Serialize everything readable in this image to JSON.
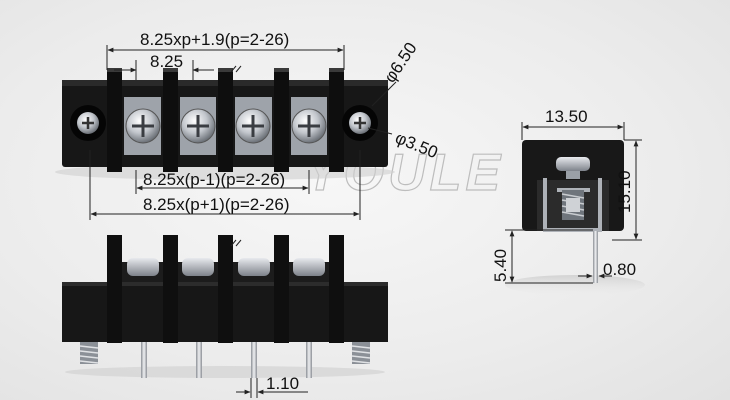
{
  "diagram": {
    "watermark": "YOULE",
    "top_view": {
      "dim_total_width": "8.25xp+1.9(p=2-26)",
      "dim_pitch": "8.25",
      "dim_hole_large": "φ6.50",
      "dim_hole_small": "φ3.50",
      "dim_p_minus_1": "8.25x(p-1)(p=2-26)",
      "dim_p_plus_1": "8.25x(p+1)(p=2-26)"
    },
    "side_view": {
      "dim_width": "13.50",
      "dim_height": "15.10",
      "dim_pin_length": "5.40",
      "dim_pin_thickness": "0.80"
    },
    "front_view": {
      "dim_pin_width": "1.10"
    },
    "colors": {
      "body": "#161616",
      "metal": "#c9ccd0",
      "dimension": "#222222"
    }
  }
}
